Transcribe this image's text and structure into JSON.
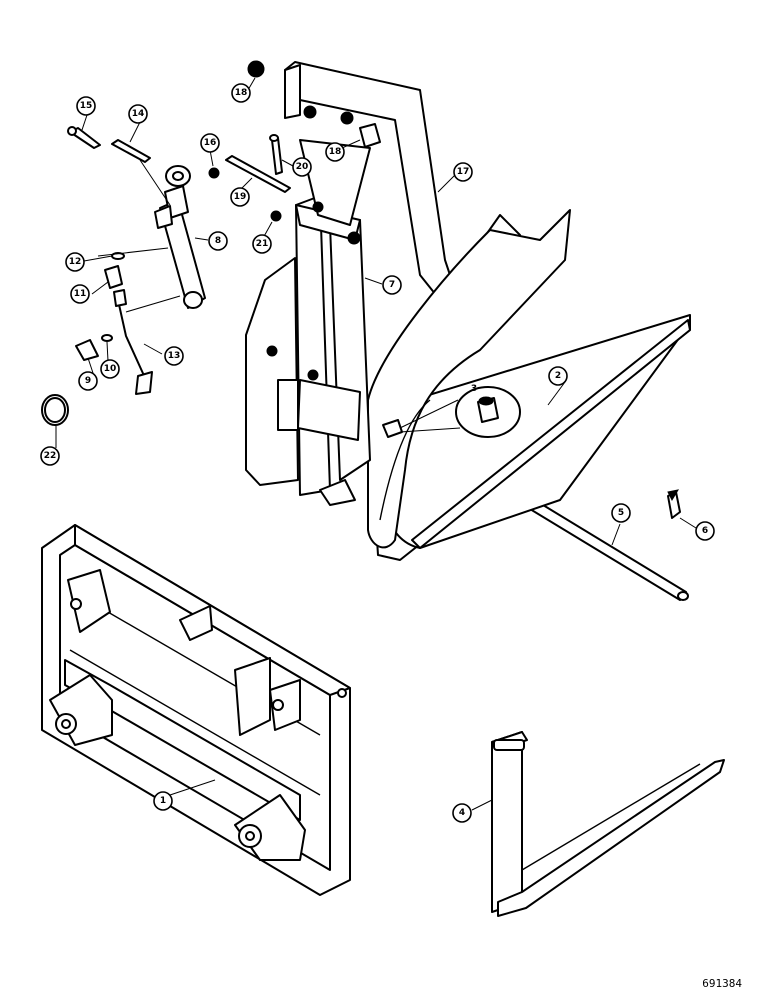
{
  "drawing_number": "691384",
  "callouts": [
    {
      "id": "c1",
      "label": "1"
    },
    {
      "id": "c2",
      "label": "2"
    },
    {
      "id": "c3",
      "label": "3"
    },
    {
      "id": "c4",
      "label": "4"
    },
    {
      "id": "c5",
      "label": "5"
    },
    {
      "id": "c6",
      "label": "6"
    },
    {
      "id": "c7",
      "label": "7"
    },
    {
      "id": "c8",
      "label": "8"
    },
    {
      "id": "c9",
      "label": "9"
    },
    {
      "id": "c10",
      "label": "10"
    },
    {
      "id": "c11",
      "label": "11"
    },
    {
      "id": "c12",
      "label": "12"
    },
    {
      "id": "c13",
      "label": "13"
    },
    {
      "id": "c14",
      "label": "14"
    },
    {
      "id": "c15",
      "label": "15"
    },
    {
      "id": "c16",
      "label": "16"
    },
    {
      "id": "c17",
      "label": "17"
    },
    {
      "id": "c18a",
      "label": "18"
    },
    {
      "id": "c18b",
      "label": "18"
    },
    {
      "id": "c19",
      "label": "19"
    },
    {
      "id": "c20",
      "label": "20"
    },
    {
      "id": "c21",
      "label": "21"
    },
    {
      "id": "c22",
      "label": "22"
    }
  ]
}
